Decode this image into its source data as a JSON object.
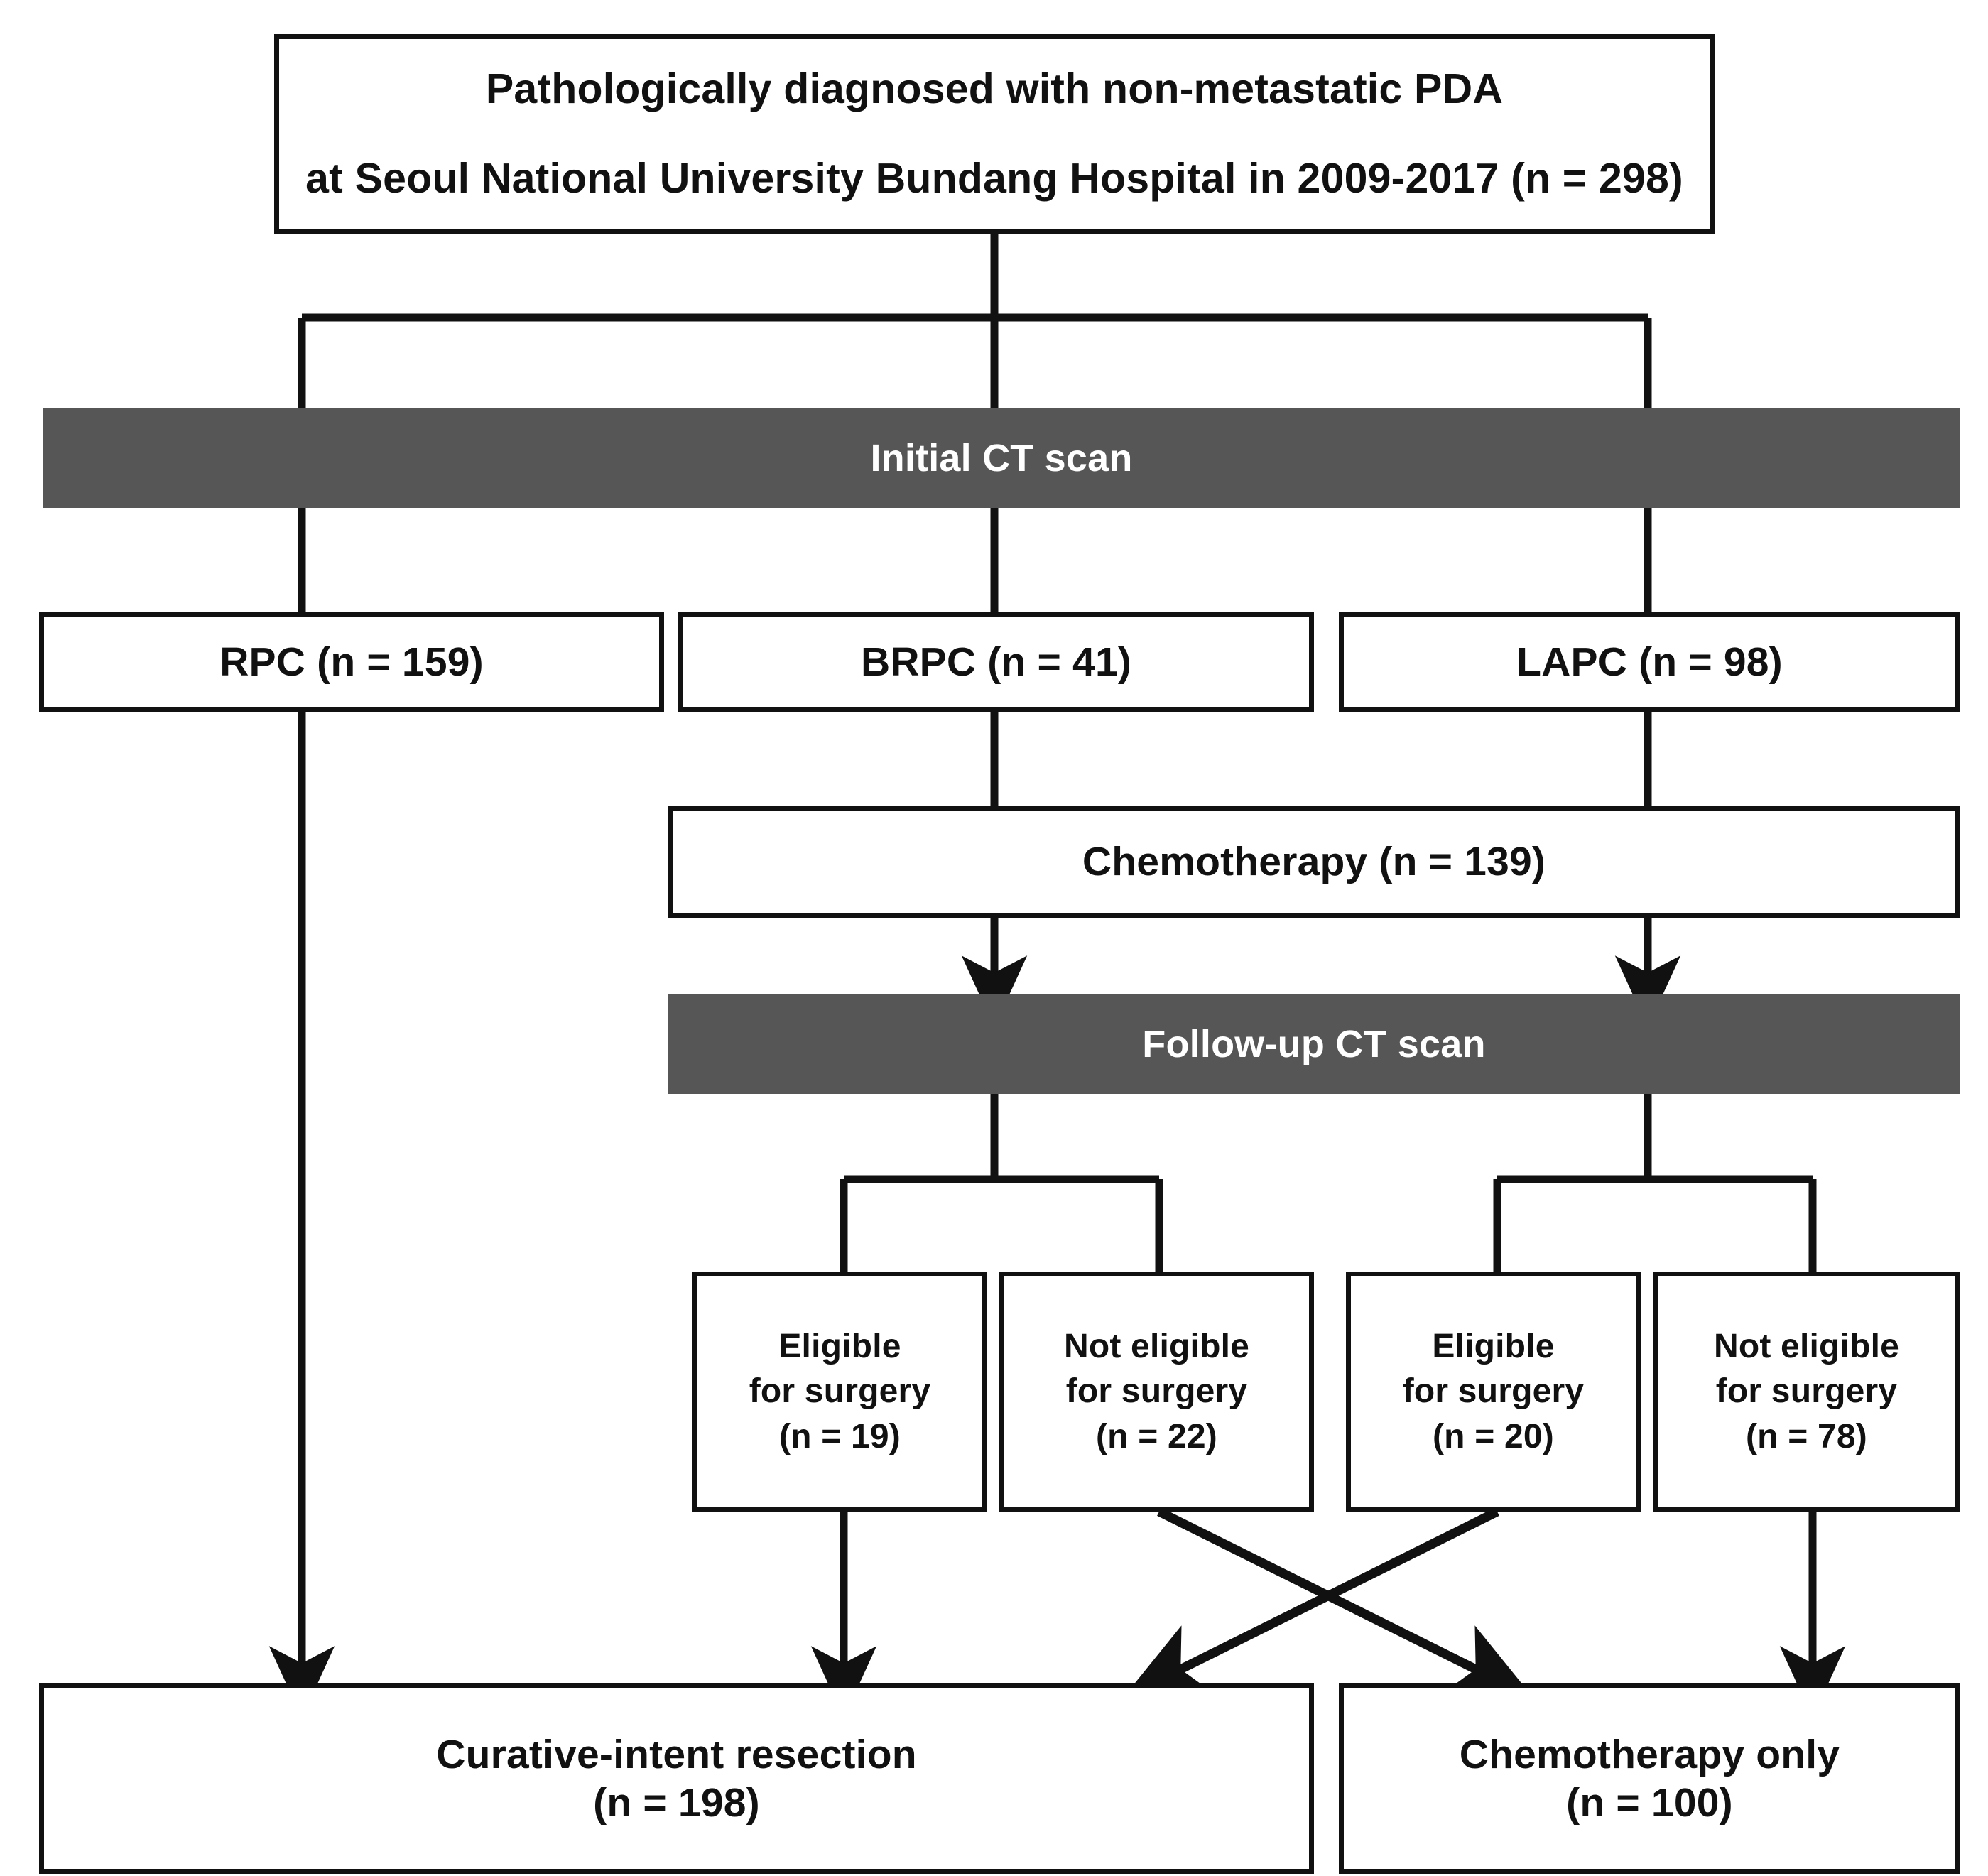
{
  "diagram": {
    "title": "Patient selection flowchart for non-metastatic PDA",
    "colors": {
      "bar_fill": "#565656",
      "bar_text": "#ffffff",
      "box_border": "#111111",
      "box_fill": "#ffffff",
      "text": "#111111",
      "edge": "#111111"
    },
    "nodes": {
      "cohort": {
        "line1": "Pathologically diagnosed with non-metastatic PDA",
        "line2": "at Seoul National University Bundang Hospital in 2009-2017 (n = 298)",
        "n": 298
      },
      "initial_ct": {
        "label": "Initial CT scan"
      },
      "rpc": {
        "label": "RPC (n = 159)",
        "n": 159
      },
      "brpc": {
        "label": "BRPC (n = 41)",
        "n": 41
      },
      "lapc": {
        "label": "LAPC (n = 98)",
        "n": 98
      },
      "chemotherapy": {
        "label": "Chemotherapy (n = 139)",
        "n": 139
      },
      "followup_ct": {
        "label": "Follow-up CT scan"
      },
      "brpc_eligible": {
        "line1": "Eligible",
        "line2": "for surgery",
        "line3": "(n = 19)",
        "n": 19
      },
      "brpc_not_eligible": {
        "line1": "Not eligible",
        "line2": "for surgery",
        "line3": "(n = 22)",
        "n": 22
      },
      "lapc_eligible": {
        "line1": "Eligible",
        "line2": "for surgery",
        "line3": "(n = 20)",
        "n": 20
      },
      "lapc_not_eligible": {
        "line1": "Not eligible",
        "line2": "for surgery",
        "line3": "(n = 78)",
        "n": 78
      },
      "resection": {
        "line1": "Curative-intent resection",
        "line2": "(n = 198)",
        "n": 198
      },
      "chemo_only": {
        "line1": "Chemotherapy only",
        "line2": "(n = 100)",
        "n": 100
      }
    },
    "edges": [
      {
        "from": "cohort",
        "to": "initial_ct",
        "style": "plain"
      },
      {
        "from": "initial_ct",
        "to": "rpc",
        "style": "plain"
      },
      {
        "from": "initial_ct",
        "to": "brpc",
        "style": "plain"
      },
      {
        "from": "initial_ct",
        "to": "lapc",
        "style": "plain"
      },
      {
        "from": "brpc",
        "to": "chemotherapy",
        "style": "plain"
      },
      {
        "from": "lapc",
        "to": "chemotherapy",
        "style": "plain"
      },
      {
        "from": "chemotherapy",
        "to": "followup_ct",
        "style": "arrow"
      },
      {
        "from": "followup_ct",
        "to": "brpc_eligible",
        "style": "plain"
      },
      {
        "from": "followup_ct",
        "to": "brpc_not_eligible",
        "style": "plain"
      },
      {
        "from": "followup_ct",
        "to": "lapc_eligible",
        "style": "plain"
      },
      {
        "from": "followup_ct",
        "to": "lapc_not_eligible",
        "style": "plain"
      },
      {
        "from": "rpc",
        "to": "resection",
        "style": "arrow"
      },
      {
        "from": "brpc_eligible",
        "to": "resection",
        "style": "arrow"
      },
      {
        "from": "lapc_eligible",
        "to": "resection",
        "style": "arrow-diagonal"
      },
      {
        "from": "brpc_not_eligible",
        "to": "chemo_only",
        "style": "arrow-diagonal"
      },
      {
        "from": "lapc_not_eligible",
        "to": "chemo_only",
        "style": "arrow"
      }
    ]
  }
}
